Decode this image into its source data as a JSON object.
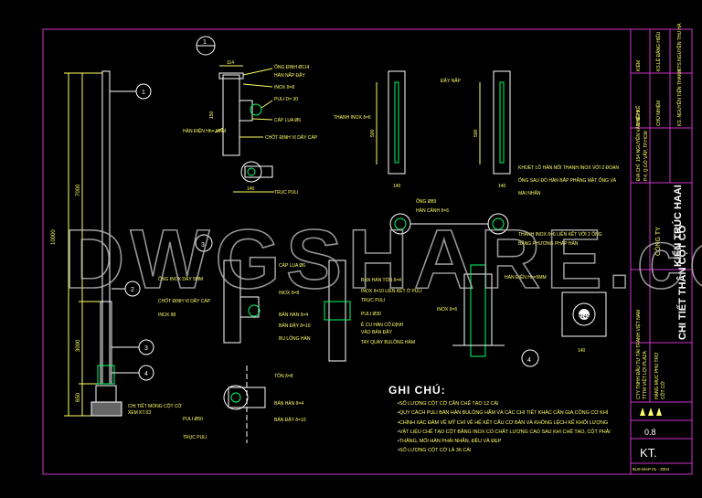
{
  "drawing": {
    "title": "CHI TIẾT THÂN CỘT CỜ",
    "company_line1": "CÔNG TY",
    "company_line2": "KIẾN TRÚC HAAI",
    "sheet_code": "KT.",
    "sheet_number": "0.8",
    "date_stamp": "9UX-MAP 01 - 2004",
    "project_lines": [
      "CTY TNHH ĐẦU TƯ TÀI TRANH VIỆT NAM",
      "TTTM VIỆT LỢI PLAZA",
      "HẠNG MỤC PHỤ TRỢ",
      "CỘT CỜ"
    ],
    "signature_rows": [
      "KIỂM",
      "KTS.NGUYỄN THU HÀ",
      "THIẾT KẾ",
      "KS. NGUYỄN TIẾN THANH",
      "CHỦ NHIỆM",
      "KS.LÊ ĐĂNG HIẾU"
    ],
    "address_lines": [
      "ĐỊA CHỈ: 154 NGUYỄN VĂN NGHI",
      "P.4, Q.GÒ VẤP, TP.HCM"
    ],
    "watermark": "DWGSHARE.com",
    "line_color": "#ffffff",
    "text_color": "#ffff66",
    "accent_color": "#00ff66",
    "frame_color": "#cc33cc"
  },
  "details": {
    "d1": "1",
    "d2": "2",
    "d3": "3",
    "d4": "4"
  },
  "pole_elevation": {
    "total_height": "10000",
    "upper_dim": "7000",
    "lower_dim": "3000",
    "base_dim": "650",
    "callout_base": "CHI TIẾT MÓNG CỘT CỜ",
    "callout_ref": "XEM KT.03"
  },
  "detail1_labels": {
    "dim_top": "114",
    "l1": "ỐNG ĐỊNH Ø114",
    "l2": "HÀN NẮP ĐẬY",
    "l3": "INOX δ=8",
    "l4": "PULI D= 30",
    "l5": "CÁP LỤA Ø6",
    "l6": "CHỐT ĐỊNH VỊ DÂY CÁP",
    "l7": "HÀN ĐIỆN Hh= 5MM",
    "dim_150": "150",
    "dim_140": "140",
    "pulley": "TRỤC PULI"
  },
  "section_labels": {
    "cap": "ĐẬY NẮP",
    "plate": "THANH INOX δ=6",
    "dim_500a": "500",
    "dim_500b": "500",
    "dim_140a": "140",
    "dim_140b": "140",
    "note1": "KHOÉT LỖ HÀN NỐI THANH INOX VỚI 2 ĐOẠN",
    "note2": "ỐNG SAU ĐÓ HÀN BẮP PHẲNG MẶT ỐNG VÀ",
    "note3": "MÀI NHẴN",
    "pipe": "ỐNG Ø89",
    "weld": "HÀN CẢNH δ=6",
    "bar": "THANH INOX δ=6 LIÊN KẾT VỚI 2 ỐNG",
    "bar2": "BẰNG PHƯƠNG PHÁP HÀN"
  },
  "detail3_labels": {
    "l1": "CÁP LỤA Ø6",
    "l2": "ỐNG INOX DÀY 5MM",
    "l3": "CHỐT ĐỊNH VỊ DÂY CÁP",
    "l4": "INOX δ8",
    "l5": "INOX δ=8",
    "l6": "BẢN HÀN δ=4",
    "l7": "BẢN ĐẬY δ=10",
    "l8": "BU LÔNG HÀN",
    "r1": "BẢN HÀN TỔN δ=4",
    "r2": "INOX δ=10 LIÊN KẾT Ở PULI",
    "r3": "TRỤC PULI",
    "r4": "PULI Ø30",
    "r5": "Ê CU HÀN CỐ ĐỊNH",
    "r6": "VÀO BẢN ĐẬY",
    "r7": "TAY QUAY BULÔNG HÀM",
    "b1": "TÔN δ=8",
    "b2": "BẢN HÀN δ=4",
    "b3": "PULI Ø50",
    "b4": "BẢN ĐẬY δ=10",
    "b5": "TRỤC PULI"
  },
  "detail4_labels": {
    "l1": "HÀN ĐIỆN Hh=5MM",
    "l2": "INOX δ=6",
    "dim": "Ø140",
    "dim2": "140"
  },
  "notes": {
    "title": "GHI CHÚ:",
    "lines": [
      "SỐ LƯỢNG CỘT CỜ CẦN CHẾ TẠO 12 CÁI",
      "QUY CÁCH PULI BẢN HÀN BULÔNG HÃM VÀ CÁC CHI TIẾT KHÁC CẦN GIA CÔNG CƠ KHÍ",
      "CHÍNH XÁC ĐẢM VỀ MỸ CHỈ VỀ HỆ KẾT CẤU CƠ BẢN VÀ KHÔNG LỆCH KẾ KHỐI LƯỢNG",
      "VẬT LIỆU CHẾ TẠO CỘT BẰNG INOX CÓ CHẤT LƯỢNG CAO SAU KHI CHẾ TẠO, CỘT PHẢI",
      "THẲNG, MỐI HÀN PHẢI NHẴN, ĐỀU VÀ ĐẸP",
      "SỐ LƯỢNG CỘT CỜ LÀ 36 CÁI"
    ]
  }
}
